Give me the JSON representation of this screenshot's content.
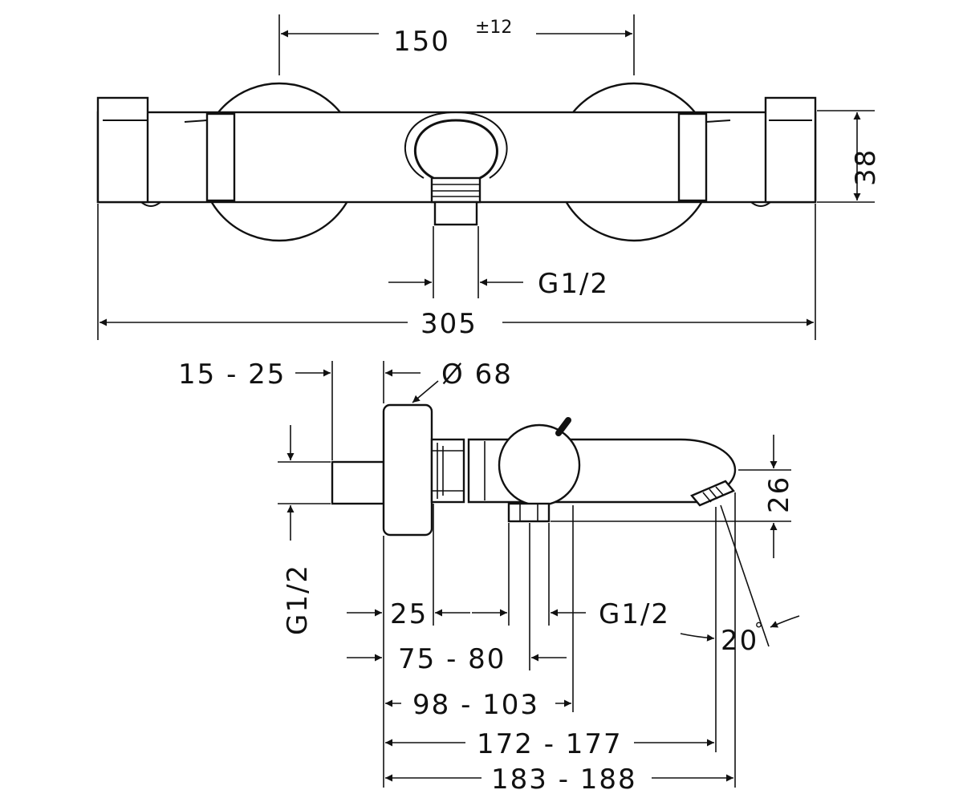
{
  "labels": {
    "spacing": "150",
    "spacing_tol": "±12",
    "height": "38",
    "outlet_thread_top": "G1/2",
    "total_width": "305",
    "offset": "15 - 25",
    "diameter": "Ø 68",
    "inlet_thread_side": "G1/2",
    "spout_height": "26",
    "d25": "25",
    "outlet_thread_bottom": "G1/2",
    "angle": "20",
    "angle_unit": "°",
    "d75_80": "75 - 80",
    "d98_103": "98 - 103",
    "d172_177": "172 - 177",
    "d183_188": "183 - 188"
  }
}
